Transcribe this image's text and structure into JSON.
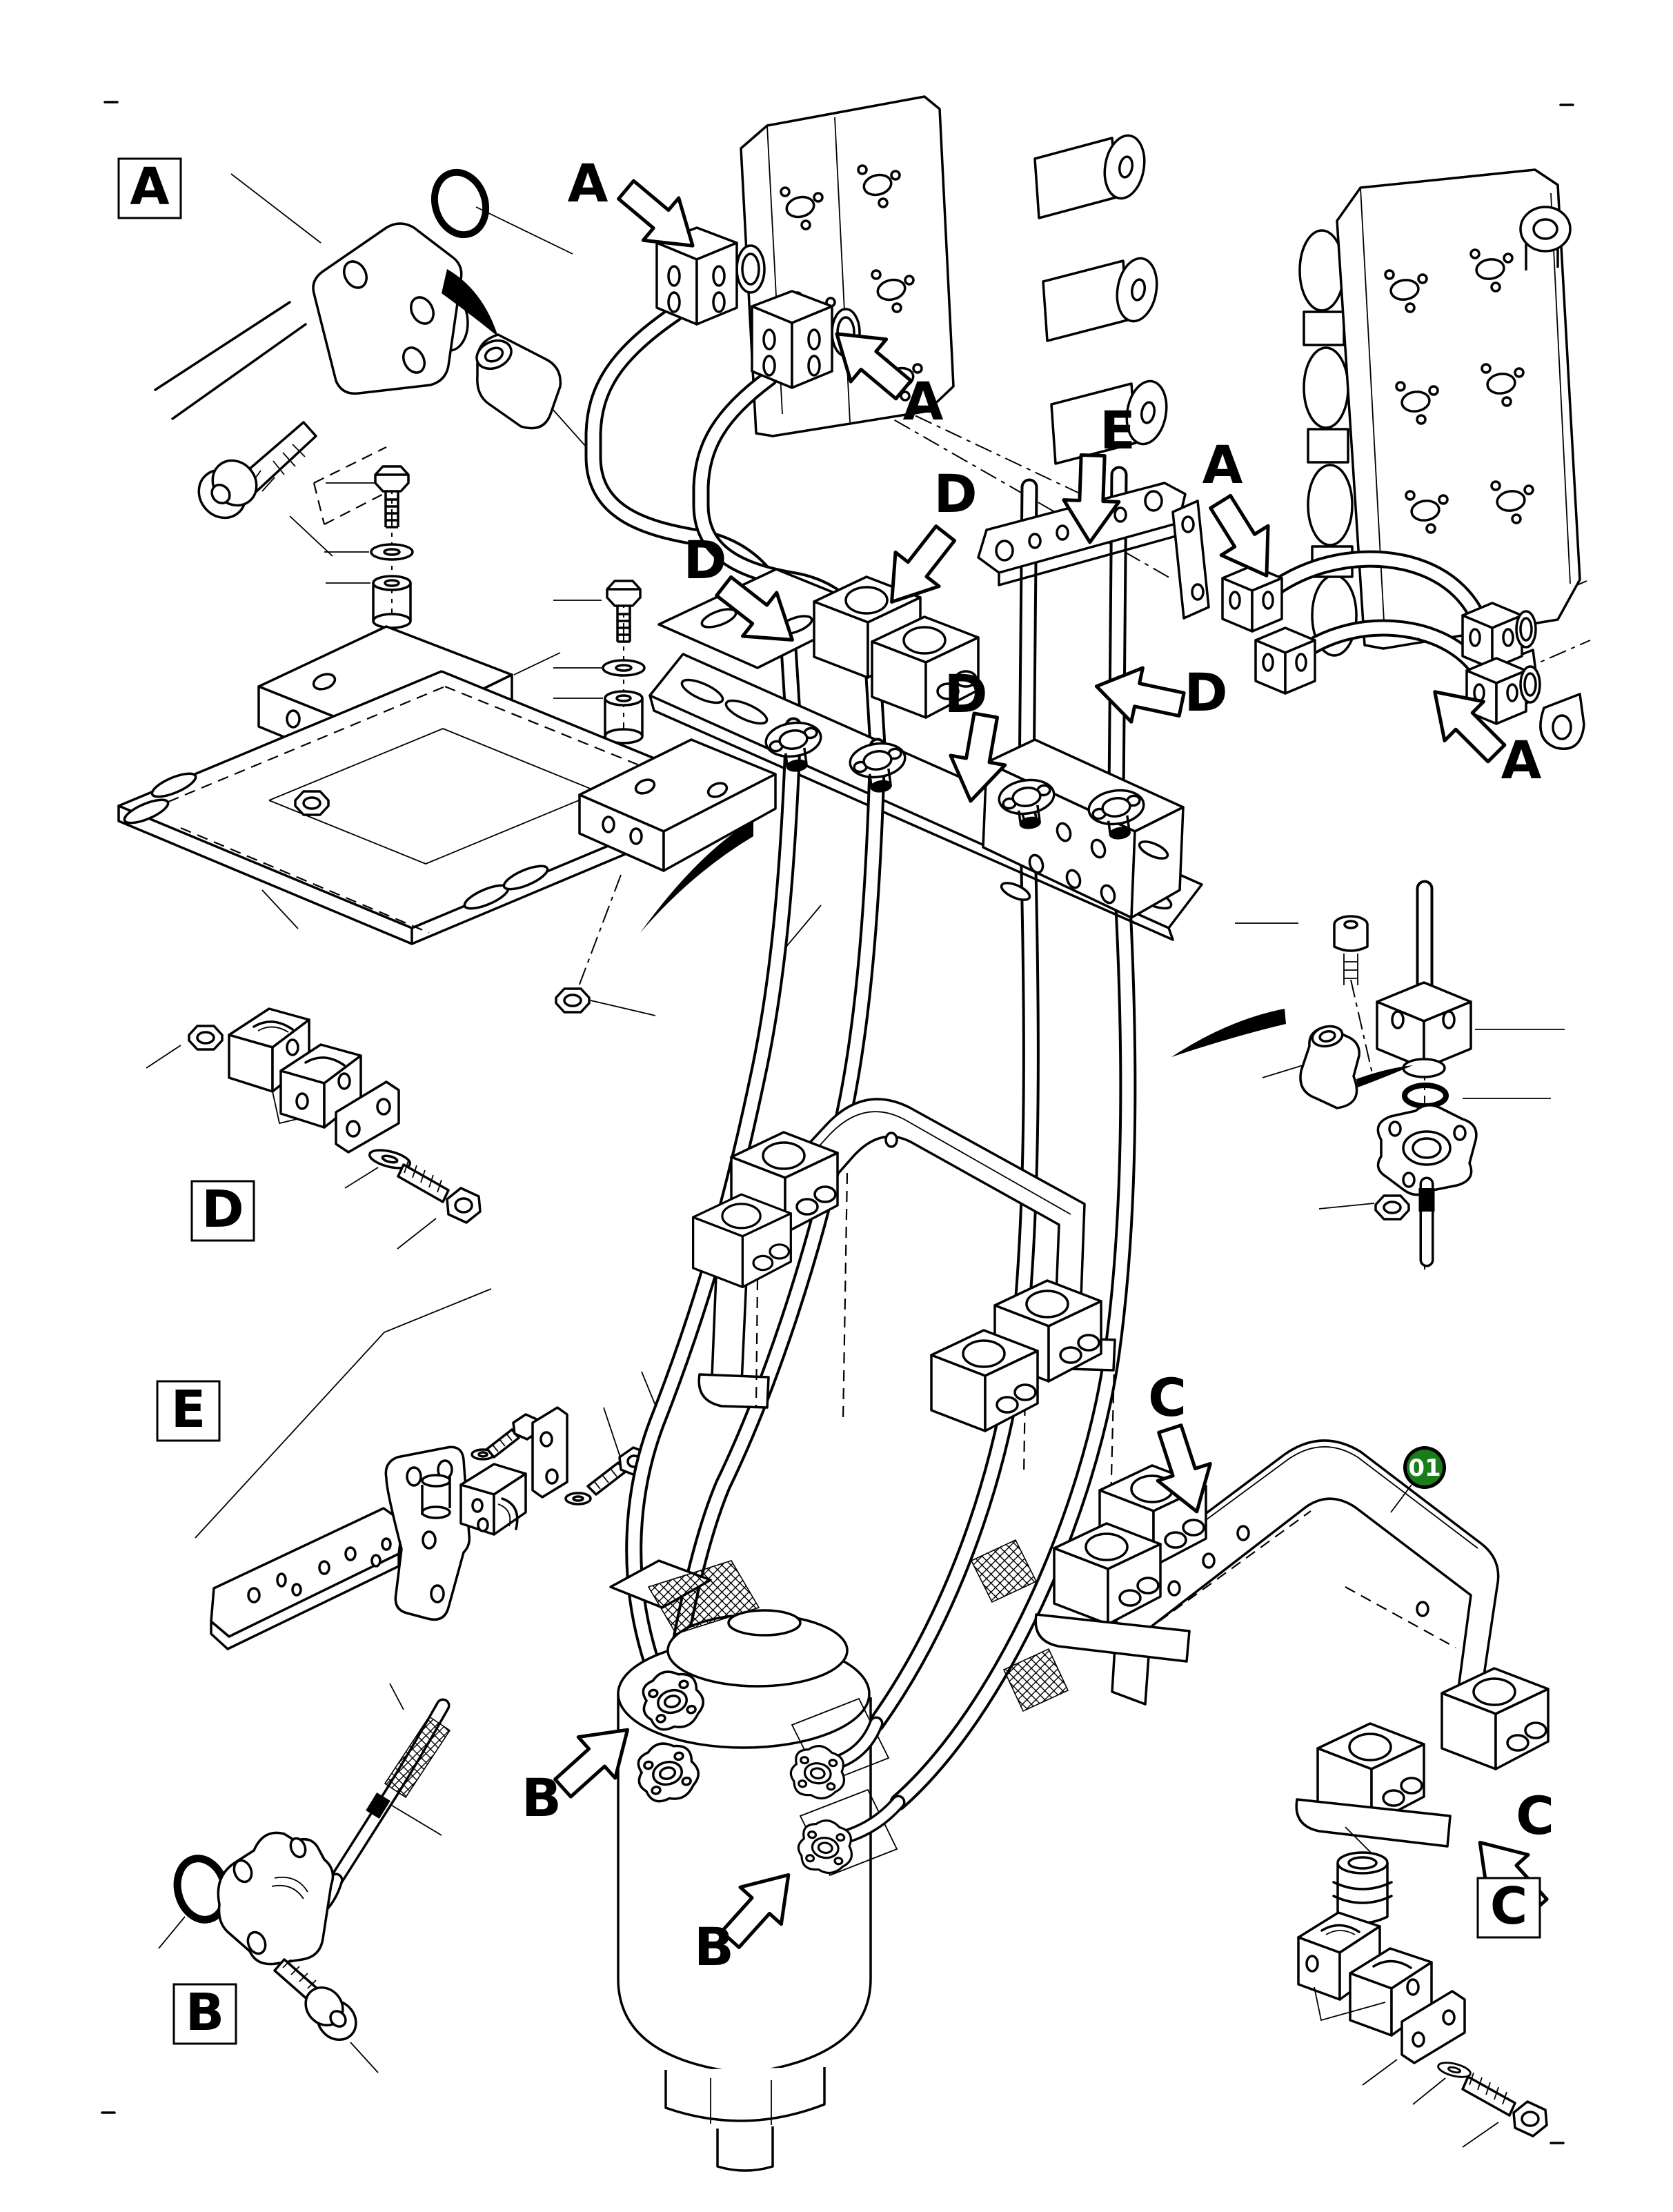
{
  "diagram": {
    "kind": "exploded-parts-illustration",
    "background_color": "#ffffff",
    "line_color": "#000000"
  },
  "part_badge": {
    "number": "01",
    "fill_color": "#1a7d1a",
    "ring_color": "#000000",
    "text_color": "#ffffff"
  },
  "detail_boxes": [
    {
      "label": "A"
    },
    {
      "label": "D"
    },
    {
      "label": "E"
    },
    {
      "label": "B"
    },
    {
      "label": "C"
    }
  ],
  "callouts": [
    {
      "label": "A",
      "arrow_direction": "down-right"
    },
    {
      "label": "A",
      "arrow_direction": "up-left"
    },
    {
      "label": "A",
      "arrow_direction": "down-right"
    },
    {
      "label": "A",
      "arrow_direction": "up-left"
    },
    {
      "label": "D",
      "arrow_direction": "down-right"
    },
    {
      "label": "D",
      "arrow_direction": "down-left"
    },
    {
      "label": "D",
      "arrow_direction": "down"
    },
    {
      "label": "D",
      "arrow_direction": "left"
    },
    {
      "label": "E",
      "arrow_direction": "down"
    },
    {
      "label": "B",
      "arrow_direction": "up-right"
    },
    {
      "label": "B",
      "arrow_direction": "up-right"
    },
    {
      "label": "C",
      "arrow_direction": "down"
    },
    {
      "label": "C",
      "arrow_direction": "up-left"
    }
  ]
}
